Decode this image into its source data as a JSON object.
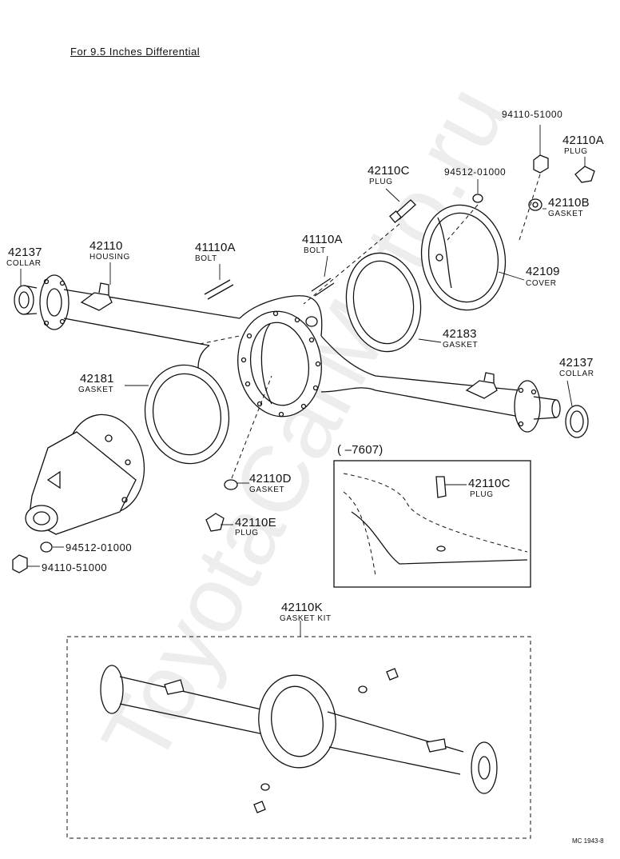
{
  "title": "For 9.5 Inches Differential",
  "watermark": "ToyotaCarMoto.ru",
  "figure_ref": "MC 1943-8",
  "inset_label": "(       –7607)",
  "parts": {
    "collar_left": {
      "number": "42137",
      "name": "COLLAR"
    },
    "housing": {
      "number": "42110",
      "name": "HOUSING"
    },
    "bolt_left": {
      "number": "41110A",
      "name": "BOLT"
    },
    "bolt_right": {
      "number": "41110A",
      "name": "BOLT"
    },
    "plug_c": {
      "number": "42110C",
      "name": "PLUG"
    },
    "nut_94512_top": {
      "number": "94512-01000"
    },
    "nut_94110_top": {
      "number": "94110-51000"
    },
    "plug_a": {
      "number": "42110A",
      "name": "PLUG"
    },
    "gasket_b": {
      "number": "42110B",
      "name": "GASKET"
    },
    "cover": {
      "number": "42109",
      "name": "COVER"
    },
    "gasket_183": {
      "number": "42183",
      "name": "GASKET"
    },
    "collar_right": {
      "number": "42137",
      "name": "COLLAR"
    },
    "gasket_181": {
      "number": "42181",
      "name": "GASKET"
    },
    "gasket_d": {
      "number": "42110D",
      "name": "GASKET"
    },
    "plug_e": {
      "number": "42110E",
      "name": "PLUG"
    },
    "nut_94512_bottom": {
      "number": "94512-01000"
    },
    "nut_94110_bottom": {
      "number": "94110-51000"
    },
    "plug_c_inset": {
      "number": "42110C",
      "name": "PLUG"
    },
    "gasket_kit": {
      "number": "42110K",
      "name": "GASKET KIT"
    }
  }
}
